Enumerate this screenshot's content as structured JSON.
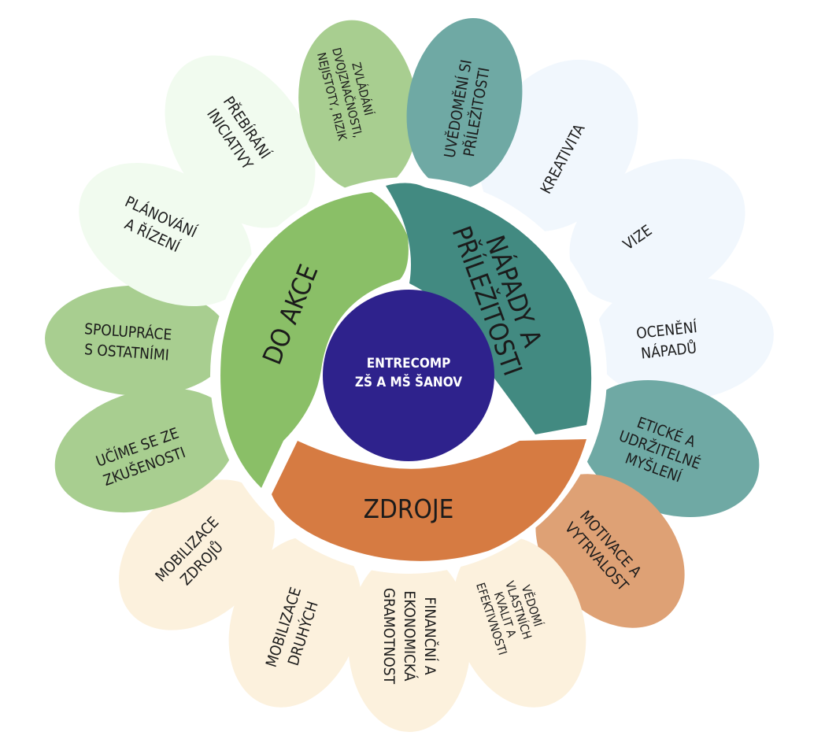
{
  "center": {
    "line1": "ENTRECOMP",
    "line2": "ZŠ A MŠ ŠANOV",
    "color": "#2e228c"
  },
  "sectors": {
    "ideas": {
      "label": [
        "NÁPADY A",
        "PŘÍLEŽITOSTI"
      ],
      "color": "#428a81"
    },
    "resources": {
      "label": [
        "ZDROJE"
      ],
      "color": "#d67b42"
    },
    "action": {
      "label": [
        "DO AKCE"
      ],
      "color": "#8abf67"
    }
  },
  "petals": {
    "uvedomeni": {
      "lines": [
        "UVĚDOMĚNÍ SI",
        "PŘÍLEŽITOSTI"
      ],
      "color": "#6fa9a4"
    },
    "kreativita": {
      "lines": [
        "KREATIVITA"
      ],
      "color": "#f1f7fd"
    },
    "vize": {
      "lines": [
        "VIZE"
      ],
      "color": "#f1f7fd"
    },
    "oceneni": {
      "lines": [
        "OCENĚNÍ",
        "NÁPADŮ"
      ],
      "color": "#f1f7fd"
    },
    "eticke": {
      "lines": [
        "ETICKÉ A",
        "UDRŽITELNÉ",
        "MYŠLENÍ"
      ],
      "color": "#6fa9a4"
    },
    "motivace": {
      "lines": [
        "MOTIVACE A",
        "VYTRVALOST"
      ],
      "color": "#dea175"
    },
    "vedomi": {
      "lines": [
        "VĚDOMÍ",
        "VLASTNÍCH",
        "KVALIT A",
        "EFEKTIVNOSTI"
      ],
      "color": "#fcf1dd"
    },
    "financni": {
      "lines": [
        "FINANČNÍ A",
        "EKONOMICKÁ",
        "GRAMOTNOST"
      ],
      "color": "#fcf1dd"
    },
    "druhych": {
      "lines": [
        "MOBILIZACE",
        "DRUHÝCH"
      ],
      "color": "#fcf1dd"
    },
    "zdroju": {
      "lines": [
        "MOBILIZACE",
        "ZDROJŮ"
      ],
      "color": "#fcf1dd"
    },
    "ucime": {
      "lines": [
        "UČÍME SE ZE",
        "ZKUŠENOSTI"
      ],
      "color": "#a8ce90"
    },
    "spoluprace": {
      "lines": [
        "SPOLUPRÁCE",
        "S OSTATNÍMI"
      ],
      "color": "#a8ce90"
    },
    "planovani": {
      "lines": [
        "PLÁNOVÁNÍ",
        "A ŘÍZENÍ"
      ],
      "color": "#f1fbef"
    },
    "prebirani": {
      "lines": [
        "PŘEBÍRÁNÍ",
        "INICIATIVY"
      ],
      "color": "#f1fbef"
    },
    "zvladani": {
      "lines": [
        "ZVLÁDÁNÍ",
        "DVOJZNAČNOSTI,",
        "NEJISTOTY, RIZIK"
      ],
      "color": "#a8ce90"
    }
  }
}
